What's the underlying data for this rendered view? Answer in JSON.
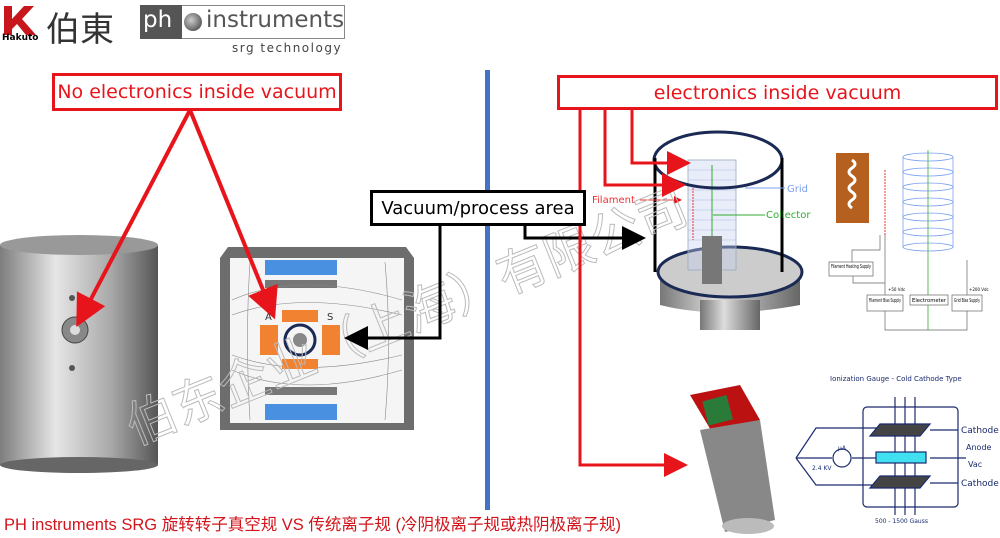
{
  "logos": {
    "hakuto_small": "Hakuto",
    "hakuto_cjk": "伯東",
    "ph": "ph",
    "instruments": "instruments",
    "tagline": "srg technology"
  },
  "left": {
    "label": "No electronics inside vacuum",
    "rotor_labels": {
      "a": "A",
      "s": "S"
    }
  },
  "center": {
    "label": "Vacuum/process area"
  },
  "right": {
    "label": "electronics inside vacuum",
    "hot_cathode": {
      "grid": "Grid",
      "filament": "Filament",
      "collector": "Collector"
    },
    "schematic": {
      "filament_heating": "Filament Heating Supply",
      "filament_bias": "Filament Bias Supply",
      "electrometer": "Electrometer",
      "grid_bias": "Grid Bias Supply",
      "v_fb": "+50 Vdc",
      "v_gb": "+200 Vdc"
    },
    "cold_cathode": {
      "title": "Ionization Gauge - Cold Cathode Type",
      "cathode_top": "Cathode",
      "anode": "Anode",
      "vac": "Vac",
      "cathode_bottom": "Cathode",
      "meter": "μA",
      "voltage": "2.4 KV",
      "field": "500 - 1500 Gauss"
    }
  },
  "watermark": "伯东企业（上海）有限公司",
  "caption": "PH instruments SRG 旋转转子真空规 VS 传统离子规 (冷阴极离子规或热阴极离子规)",
  "colors": {
    "accent_red": "#e8141b",
    "divider_blue": "#4472c4",
    "caption_red": "#d2141b"
  }
}
